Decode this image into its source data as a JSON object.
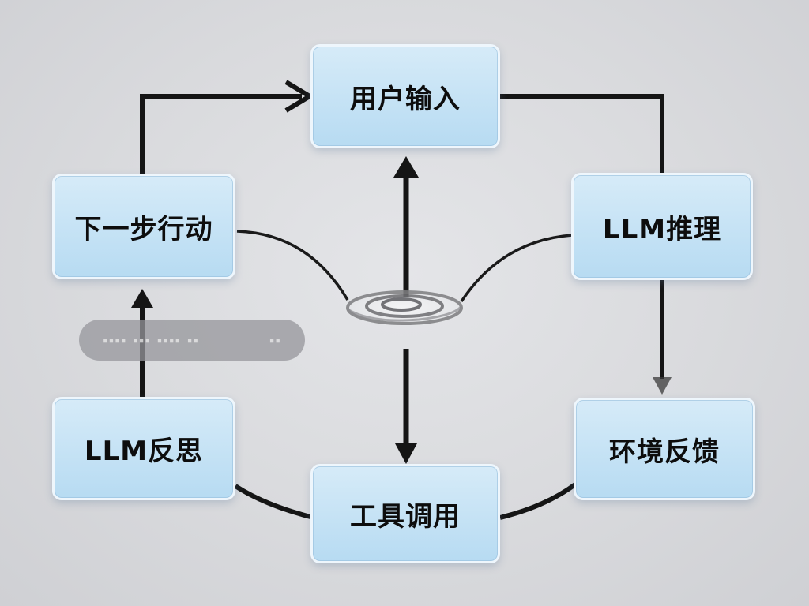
{
  "nodes": {
    "user_input": "用户输入",
    "next_action": "下一步行动",
    "llm_reasoning": "LLM推理",
    "llm_reflection": "LLM反思",
    "environment_feedback": "环境反馈",
    "tool_call": "工具调用"
  },
  "colors": {
    "node_fill": "#c4e2f5",
    "node_border": "#eef6fc",
    "edge": "#151515",
    "background": "#dadbde"
  }
}
